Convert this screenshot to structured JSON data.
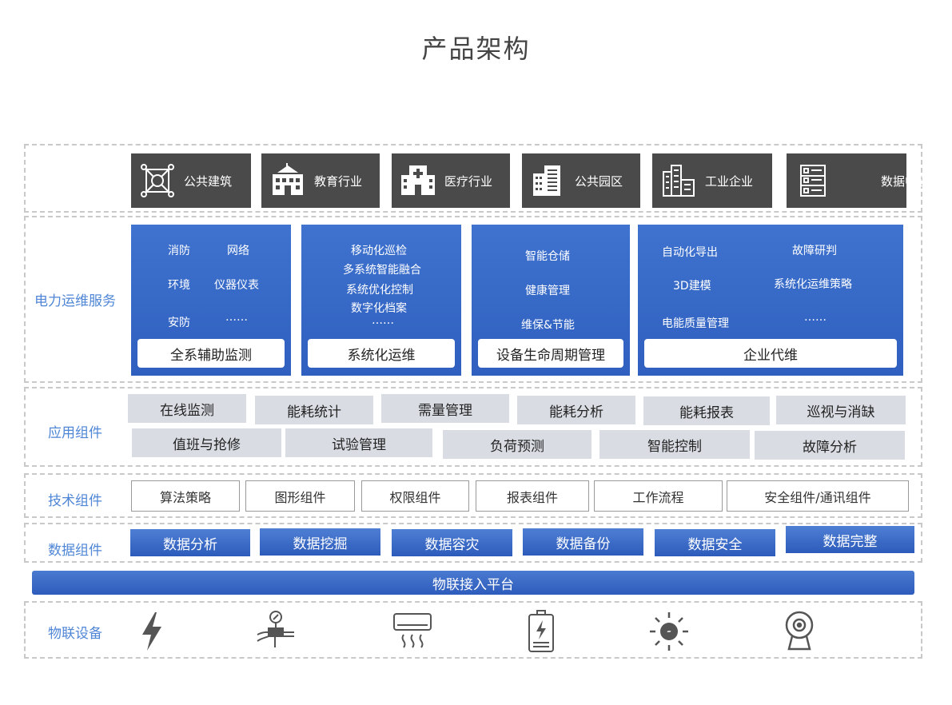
{
  "title": "产品架构",
  "industries": [
    {
      "label": "公共建筑",
      "icon": "network-hub-icon"
    },
    {
      "label": "教育行业",
      "icon": "school-building-icon"
    },
    {
      "label": "医疗行业",
      "icon": "hospital-icon"
    },
    {
      "label": "公共园区",
      "icon": "office-park-icon"
    },
    {
      "label": "工业企业",
      "icon": "factory-icon"
    },
    {
      "label": "数据中心",
      "icon": "server-rack-icon"
    }
  ],
  "rows": {
    "service": "电力运维服务",
    "app": "应用组件",
    "tech": "技术组件",
    "data": "数据组件",
    "devices": "物联设备"
  },
  "services": [
    {
      "items": [
        "消防",
        "网络",
        "环境",
        "仪器仪表",
        "安防",
        "……"
      ],
      "label": "全系辅助监测"
    },
    {
      "items": [
        "移动化巡检",
        "多系统智能融合",
        "系统优化控制",
        "数字化档案",
        "……"
      ],
      "label": "系统化运维"
    },
    {
      "items": [
        "智能仓储",
        "健康管理",
        "维保&节能"
      ],
      "label": "设备生命周期管理"
    },
    {
      "items": [
        "自动化导出",
        "故障研判",
        "3D建模",
        "系统化运维策略",
        "电能质量管理",
        "……"
      ],
      "label": "企业代维"
    }
  ],
  "app_row1": [
    "在线监测",
    "能耗统计",
    "需量管理",
    "能耗分析",
    "能耗报表",
    "巡视与消缺"
  ],
  "app_row2": [
    "值班与抢修",
    "试验管理",
    "负荷预测",
    "智能控制",
    "故障分析"
  ],
  "tech_items": [
    "算法策略",
    "图形组件",
    "权限组件",
    "报表组件",
    "工作流程",
    "安全组件/通讯组件"
  ],
  "data_items": [
    "数据分析",
    "数据挖掘",
    "数据容灾",
    "数据备份",
    "数据安全",
    "数据完整"
  ],
  "platform": "物联接入平台",
  "devices": [
    "lightning-icon",
    "meter-sensor-icon",
    "air-conditioner-icon",
    "battery-icon",
    "solar-sensor-icon",
    "camera-icon"
  ],
  "colors": {
    "accent": "#3a6cc9",
    "dark_tile": "#4a4a4a",
    "side_label": "#4f86d6",
    "app_tile": "#d9dde3"
  }
}
